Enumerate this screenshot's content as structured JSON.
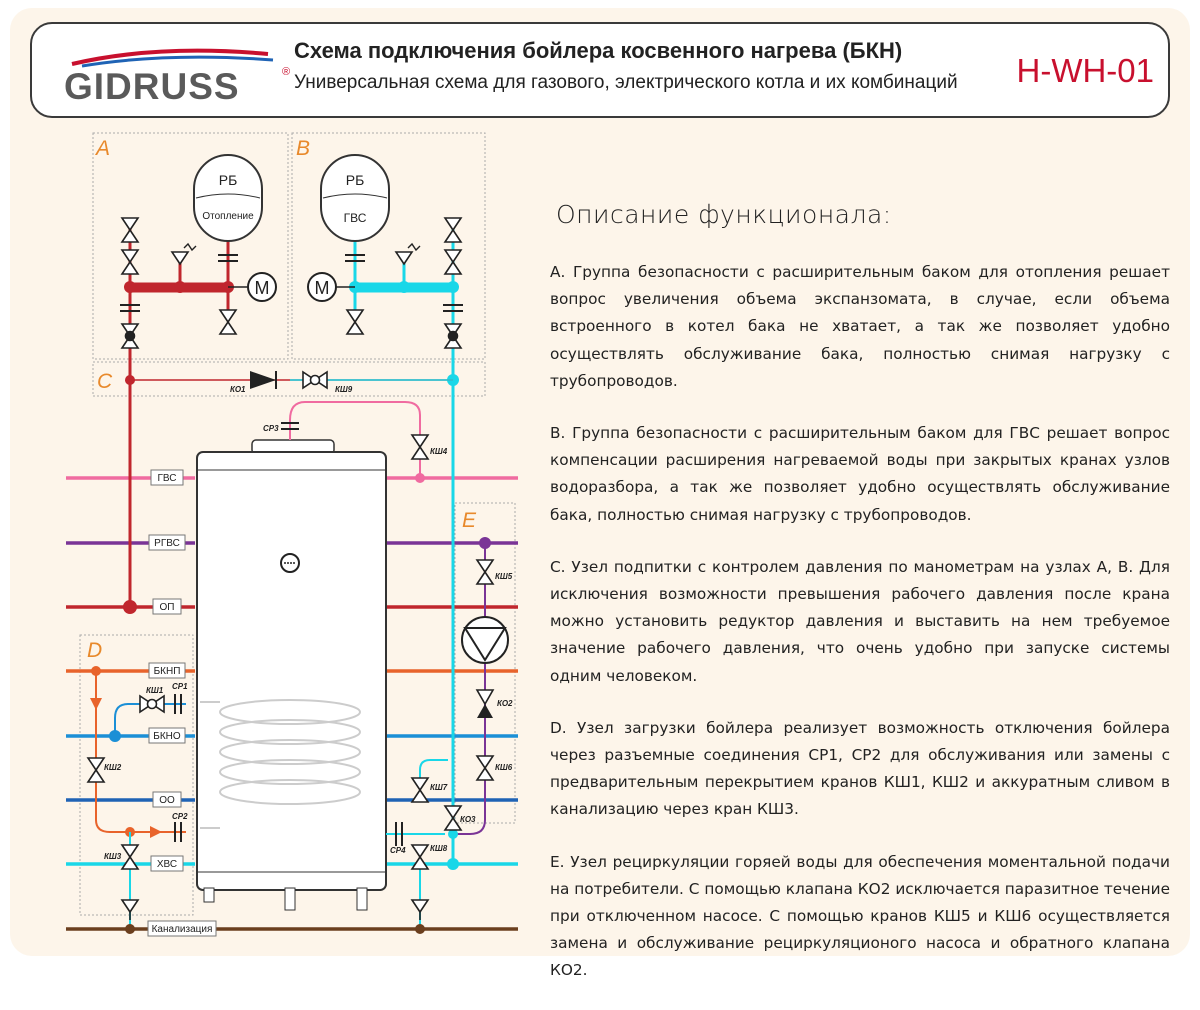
{
  "header": {
    "logo": "GIDRUSS",
    "logo_mark": "®",
    "title": "Схема подключения бойлера косвенного нагрева (БКН)",
    "subtitle": "Универсальная схема для газового, электрического котла и их комбинаций",
    "code": "H-WH-01"
  },
  "diagram": {
    "zones": {
      "a": "A",
      "b": "B",
      "c": "C",
      "d": "D",
      "e": "E"
    },
    "tank_a": {
      "line1": "РБ",
      "line2": "Отопление"
    },
    "tank_b": {
      "line1": "РБ",
      "line2": "ГВС"
    },
    "gauge": "M",
    "pipes": {
      "gvs": "ГВС",
      "rgvs": "РГВС",
      "op": "ОП",
      "bknp": "БКНП",
      "bkno": "БКНО",
      "oo": "ОО",
      "hvs": "ХВС",
      "sewer": "Канализация"
    },
    "valves": {
      "ko1": "КО1",
      "ksh9": "КШ9",
      "sr3": "СР3",
      "ksh4": "КШ4",
      "ksh5": "КШ5",
      "ko2": "КО2",
      "ksh6": "КШ6",
      "ksh7": "КШ7",
      "ko3": "КО3",
      "sr4": "СР4",
      "ksh8": "КШ8",
      "ksh1": "КШ1",
      "sr1": "СР1",
      "ksh2": "КШ2",
      "sr2": "СР2",
      "ksh3": "КШ3"
    },
    "colors": {
      "heating": "#c0262d",
      "gvs": "#f06ba0",
      "rgvs": "#7a3496",
      "bknp": "#e8632b",
      "bkno": "#1b8fd6",
      "oo": "#1f63b5",
      "hvs": "#19d7e8",
      "sewer": "#6b3f1e",
      "zone_label": "#e8892b"
    }
  },
  "description": {
    "title": "Описание функционала:",
    "paragraphs": [
      "А. Группа безопасности с расширительным баком для отопления решает вопрос увеличения объема экспанзомата, в случае, если объема встроенного в котел бака не хватает, а так же позволяет удобно осуществлять обслуживание бака, полностью снимая нагрузку с трубопроводов.",
      "В. Группа безопасности с расширительным баком для ГВС решает вопрос компенсации расширения нагреваемой воды при закрытых кранах узлов водоразбора, а так же позволяет удобно осуществлять обслуживание бака, полностью снимая нагрузку с трубопроводов.",
      "С. Узел подпитки с контролем давления по манометрам на узлах А, В. Для исключения возможности превышения рабочего давления после крана можно установить редуктор давления и выставить на нем требуемое значение рабочего давления, что очень удобно при запуске системы одним человеком.",
      "D. Узел загрузки бойлера реализует возможность отключения бойлера через разъемные соединения СР1, СР2 для обслуживания или замены с предварительным перекрытием кранов КШ1, КШ2 и аккуратным сливом в канализацию через кран КШ3.",
      "E. Узел рециркуляции горяей воды для обеспечения моментальной подачи на потребители. С помощью клапана КО2 исключается паразитное течение при отключенном насосе. С помощью кранов КШ5 и КШ6 осуществляется замена и обслуживание рециркуляционого насоса и обратного клапана КО2."
    ]
  }
}
